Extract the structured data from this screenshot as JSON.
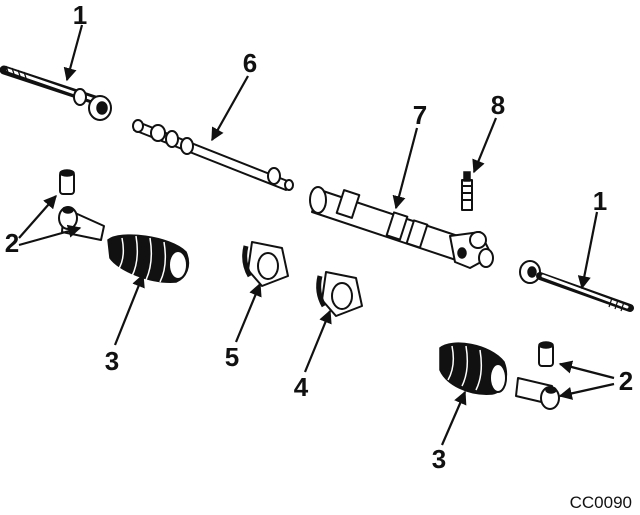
{
  "diagram": {
    "callouts": [
      "1",
      "6",
      "8",
      "7",
      "1",
      "2",
      "3",
      "5",
      "4",
      "3",
      "2"
    ],
    "figure_code": "CC0090"
  }
}
